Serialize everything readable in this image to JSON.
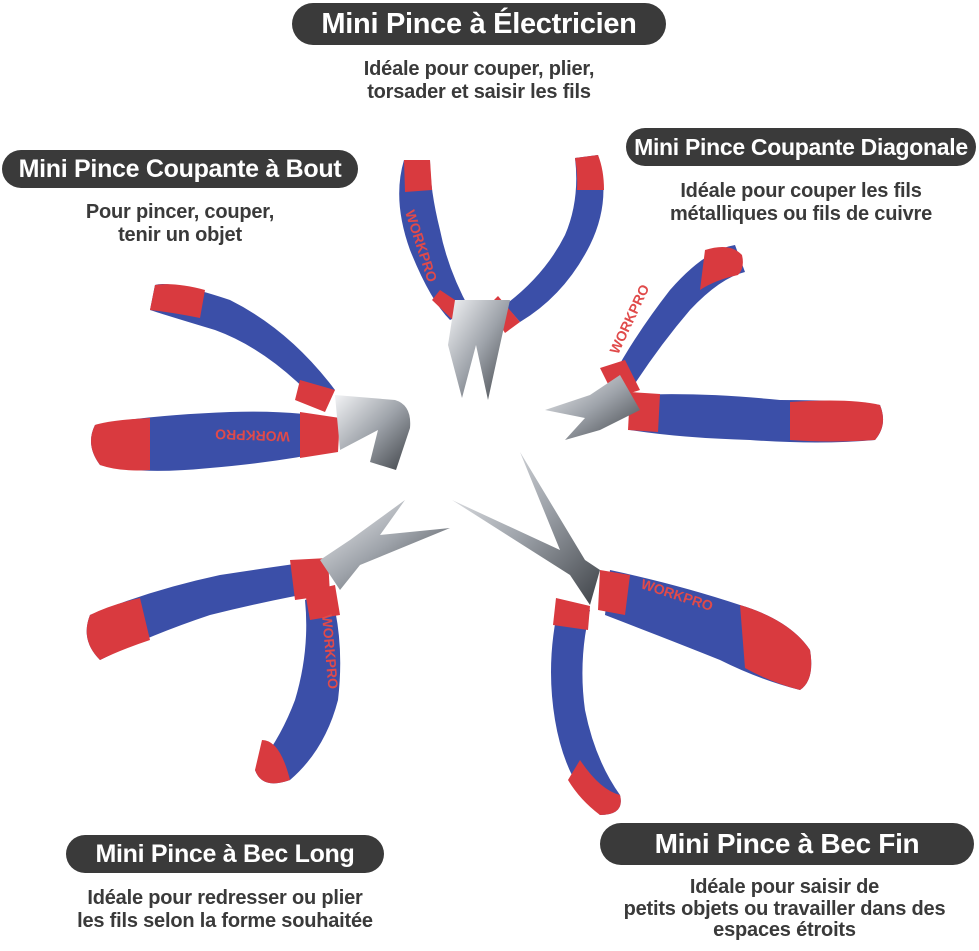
{
  "products": {
    "electricien": {
      "title": "Mini Pince à Électricien",
      "desc": [
        "Idéale pour couper, plier,",
        "torsader et saisir les fils"
      ]
    },
    "coupante_bout": {
      "title": "Mini Pince Coupante à Bout",
      "desc": [
        "Pour pincer, couper,",
        "tenir un objet"
      ]
    },
    "coupante_diagonale": {
      "title": "Mini Pince Coupante Diagonale",
      "desc": [
        "Idéale pour couper les fils",
        "métalliques ou fils de cuivre"
      ]
    },
    "bec_long": {
      "title": "Mini Pince à Bec Long",
      "desc": [
        "Idéale pour redresser ou plier",
        "les fils selon la forme souhaitée"
      ]
    },
    "bec_fin": {
      "title": "Mini Pince à Bec Fin",
      "desc": [
        "Idéale pour saisir de",
        "petits objets ou travailler dans des",
        "espaces étroits"
      ]
    }
  },
  "brand_text": "WORKPRO",
  "colors": {
    "pill_bg": "#3a3a3a",
    "text": "#3a3a3a",
    "handle_blue": "#3b4fa8",
    "handle_red": "#d93a3f",
    "metal": "#c9ccd1"
  }
}
